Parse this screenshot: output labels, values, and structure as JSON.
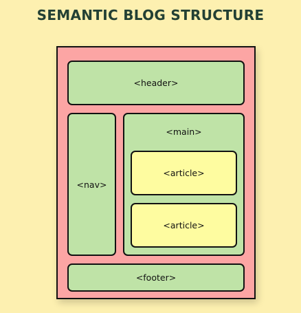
{
  "title": "SEMANTIC BLOG STRUCTURE",
  "diagram": {
    "header": "<header>",
    "nav": "<nav>",
    "main": "<main>",
    "articles": [
      "<article>",
      "<article>"
    ],
    "footer": "<footer>"
  },
  "colors": {
    "background": "#fdf0b0",
    "page": "#fca5a4",
    "section": "#bfe3a7",
    "article": "#fefca0",
    "title": "#234034"
  }
}
